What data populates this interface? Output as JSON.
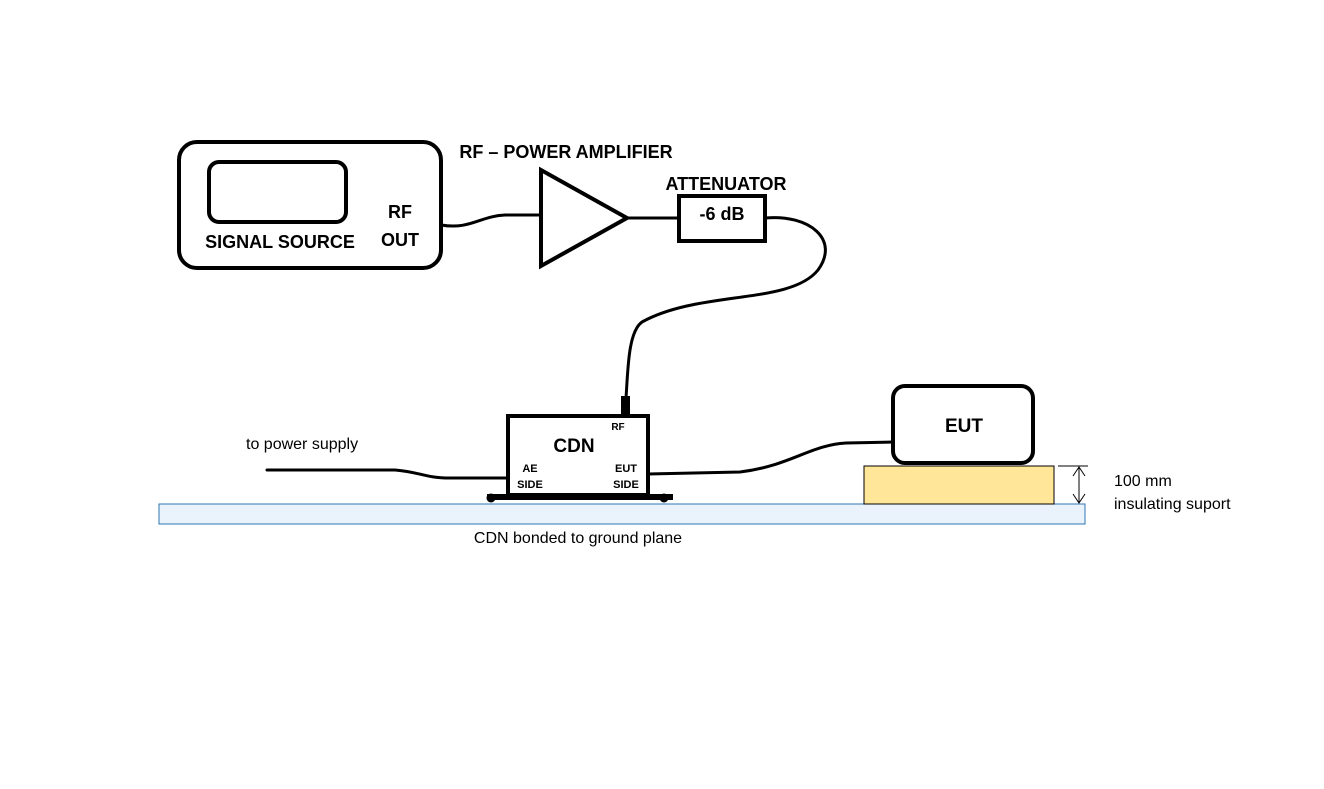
{
  "signal_source": {
    "label": "SIGNAL SOURCE",
    "rf_label_line1": "RF",
    "rf_label_line2": "OUT"
  },
  "amplifier": {
    "label": "RF – POWER AMPLIFIER"
  },
  "attenuator": {
    "label": "ATTENUATOR",
    "value": "-6 dB"
  },
  "cdn": {
    "label": "CDN",
    "rf_port": "RF",
    "ae_side_line1": "AE",
    "ae_side_line2": "SIDE",
    "eut_side_line1": "EUT",
    "eut_side_line2": "SIDE"
  },
  "eut": {
    "label": "EUT"
  },
  "power_supply": {
    "label": "to power supply"
  },
  "ground_plane": {
    "caption": "CDN bonded to ground plane",
    "color": "#eaf3fb",
    "border": "#2e75b6"
  },
  "support": {
    "height_label": "100 mm",
    "description": "insulating suport",
    "color": "#ffe699"
  }
}
